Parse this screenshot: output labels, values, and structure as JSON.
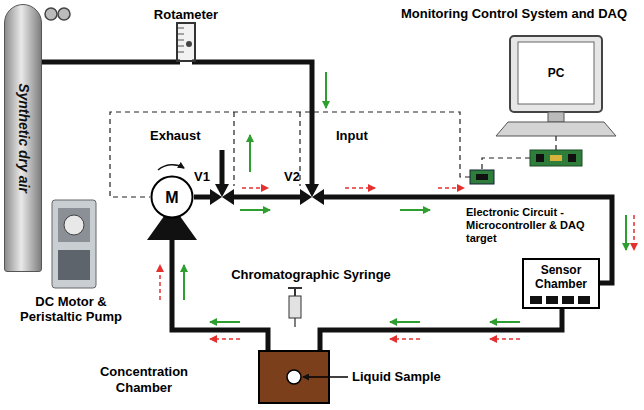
{
  "diagram": {
    "nodes": [
      {
        "text": [
          "Synthetic dry air"
        ]
      },
      {
        "text": [
          "Rotameter"
        ]
      },
      {
        "text": [
          "Monitoring Control System and DAQ",
          "PC"
        ]
      },
      {
        "text": [
          "V1"
        ]
      },
      {
        "text": [
          "V2"
        ]
      },
      {
        "text": [
          "M"
        ]
      },
      {
        "text": [
          "Sensor Chamber"
        ]
      },
      {
        "text": [
          "Concentration Chamber"
        ]
      }
    ],
    "edges": [
      {
        "from": 0,
        "to": 1,
        "arrow": "none"
      },
      {
        "from": 1,
        "to": 4,
        "arrow": "none"
      },
      {
        "from": 5,
        "to": 3,
        "arrow": "none"
      },
      {
        "from": 3,
        "to": 4,
        "arrow": "none"
      },
      {
        "from": 4,
        "to": 6,
        "arrow": "none"
      },
      {
        "from": 6,
        "to": 7,
        "arrow": "none"
      },
      {
        "from": 7,
        "to": 5,
        "arrow": "none"
      }
    ],
    "labels": [
      "Exhaust",
      "Input",
      "Chromatographic Syringe",
      "DC Motor & Peristaltic Pump",
      "Electronic Circuit - Microcontroller & DAQ target",
      "Liquid Sample"
    ]
  }
}
